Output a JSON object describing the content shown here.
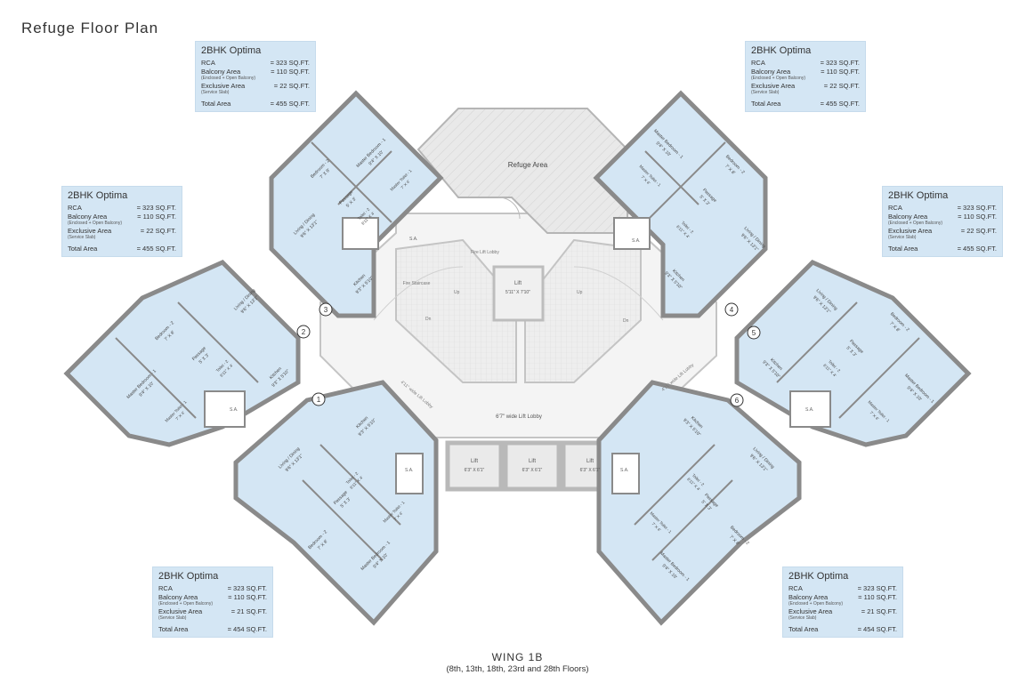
{
  "title": "Refuge Floor Plan",
  "cards": [
    {
      "id": "tl",
      "title": "2BHK Optima",
      "rca_label": "RCA",
      "rca": "= 323 SQ.FT.",
      "balcony_label": "Balcony Area",
      "balcony_sub": "(Enclosed + Open Balcony)",
      "balcony": "= 110 SQ.FT.",
      "excl_label": "Exclusive Area",
      "excl_sub": "(Service Slab)",
      "excl": "= 22 SQ.FT.",
      "total_label": "Total Area",
      "total": "= 455 SQ.FT."
    },
    {
      "id": "ml",
      "title": "2BHK Optima",
      "rca_label": "RCA",
      "rca": "= 323 SQ.FT.",
      "balcony_label": "Balcony Area",
      "balcony_sub": "(Enclosed + Open Balcony)",
      "balcony": "= 110 SQ.FT.",
      "excl_label": "Exclusive Area",
      "excl_sub": "(Service Slab)",
      "excl": "= 22 SQ.FT.",
      "total_label": "Total Area",
      "total": "= 455 SQ.FT."
    },
    {
      "id": "bl",
      "title": "2BHK Optima",
      "rca_label": "RCA",
      "rca": "= 323 SQ.FT.",
      "balcony_label": "Balcony Area",
      "balcony_sub": "(Enclosed + Open Balcony)",
      "balcony": "= 110 SQ.FT.",
      "excl_label": "Exclusive Area",
      "excl_sub": "(Service Slab)",
      "excl": "= 21 SQ.FT.",
      "total_label": "Total Area",
      "total": "= 454 SQ.FT."
    },
    {
      "id": "tr",
      "title": "2BHK Optima",
      "rca_label": "RCA",
      "rca": "= 323 SQ.FT.",
      "balcony_label": "Balcony Area",
      "balcony_sub": "(Enclosed + Open Balcony)",
      "balcony": "= 110 SQ.FT.",
      "excl_label": "Exclusive Area",
      "excl_sub": "(Service Slab)",
      "excl": "= 22 SQ.FT.",
      "total_label": "Total Area",
      "total": "= 455 SQ.FT."
    },
    {
      "id": "mr",
      "title": "2BHK Optima",
      "rca_label": "RCA",
      "rca": "= 323 SQ.FT.",
      "balcony_label": "Balcony Area",
      "balcony_sub": "(Enclosed + Open Balcony)",
      "balcony": "= 110 SQ.FT.",
      "excl_label": "Exclusive Area",
      "excl_sub": "(Service Slab)",
      "excl": "= 22 SQ.FT.",
      "total_label": "Total Area",
      "total": "= 455 SQ.FT."
    },
    {
      "id": "br",
      "title": "2BHK Optima",
      "rca_label": "RCA",
      "rca": "= 323 SQ.FT.",
      "balcony_label": "Balcony Area",
      "balcony_sub": "(Enclosed + Open Balcony)",
      "balcony": "= 110 SQ.FT.",
      "excl_label": "Exclusive Area",
      "excl_sub": "(Service Slab)",
      "excl": "= 21 SQ.FT.",
      "total_label": "Total Area",
      "total": "= 454 SQ.FT."
    }
  ],
  "plan": {
    "refuge_area": "Refuge Area",
    "fire_lift_lobby": "Fire Lift Lobby",
    "fire_staircase": "Fire Staircase",
    "up": "Up",
    "dn": "Dn",
    "lift_center": "Lift",
    "lift_center_size": "5'11\" X 7'10\"",
    "lift1": "Lift",
    "lift1_size": "6'3\" X 6'1\"",
    "lift2": "Lift",
    "lift2_size": "6'3\" X 6'1\"",
    "lift3": "Lift",
    "lift3_size": "6'3\" X 6'1\"",
    "main_lobby": "6'7\" wide Lift Lobby",
    "left_lobby": "4'11\" wide Lift Lobby",
    "right_lobby": "4'11\" wide Lift Lobby",
    "sa": "S.A.",
    "flats": [
      "1",
      "2",
      "3",
      "4",
      "5",
      "6"
    ],
    "rooms": {
      "master_bedroom": "Master Bedroom - 1",
      "master_bedroom_size": "9'4\" X 10'",
      "bedroom2": "Bedroom - 2",
      "bedroom2_size": "7' X 8'",
      "living": "Living / Dining",
      "living_size": "9'6\" X 13'1\"",
      "kitchen": "Kitchen",
      "kitchen_size": "9'3\" X 5'10\"",
      "passage": "Passage",
      "passage_size": "5' X 3'",
      "toilet2": "Toilet - 2",
      "toilet2_size": "6'11\" X 4'",
      "toilet1": "Master Toilet - 1",
      "toilet1_size": "7' X 4'"
    }
  },
  "caption": {
    "wing": "WING 1B",
    "floors": "(8th, 13th, 18th, 23rd and 28th Floors)"
  },
  "colors": {
    "room_fill": "#d4e6f4",
    "wall": "#8a8a8a",
    "core_wall": "#c2c2c2",
    "refuge_fill": "#e6e6e6",
    "card_fill": "#d4e6f4"
  }
}
